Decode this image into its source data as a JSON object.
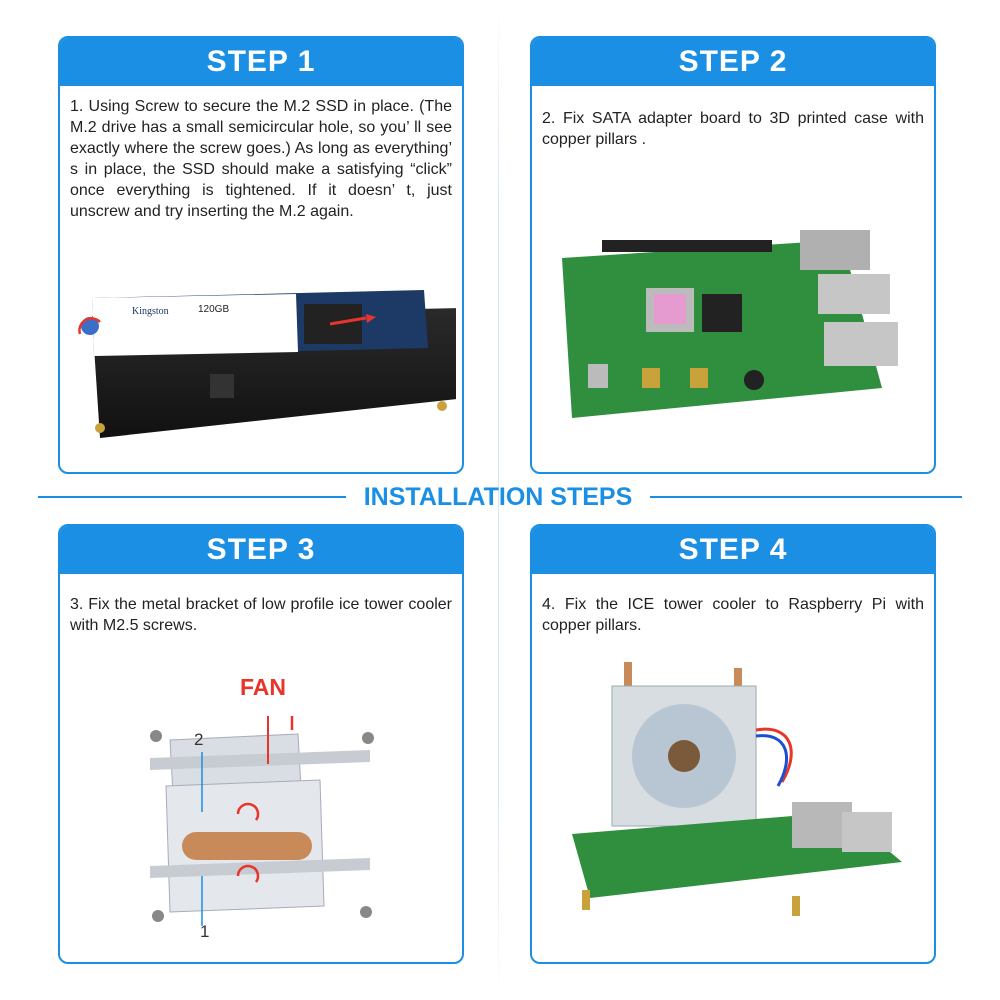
{
  "section_title": "INSTALLATION STEPS",
  "steps": [
    {
      "title": "STEP 1",
      "text": "1.  Using Screw to secure the M.2 SSD in place. (The M.2 drive has a small semicircular hole, so you’ ll see exactly where the screw goes.) As long as everything’ s in place, the SSD should make a satisfying “click” once everything is tightened. If it doesn’ t, just unscrew and try inserting the M.2 again."
    },
    {
      "title": "STEP 2",
      "text": "2. Fix SATA adapter board to 3D printed case with copper pillars ."
    },
    {
      "title": "STEP 3",
      "text": "3. Fix the metal bracket of low profile ice tower cooler with M2.5 screws."
    },
    {
      "title": "STEP 4",
      "text": "4. Fix the ICE tower cooler to Raspberry Pi with copper pillars."
    }
  ],
  "ssd": {
    "brand": "Kingston",
    "capacity": "120GB"
  },
  "bracket": {
    "fan_label": "FAN",
    "label_top": "2",
    "label_bottom": "1"
  },
  "colors": {
    "accent": "#1a8fe3",
    "fan_red": "#e8352a",
    "pcb_green": "#2f8f3e",
    "pcb_black": "#1c1c1c"
  }
}
